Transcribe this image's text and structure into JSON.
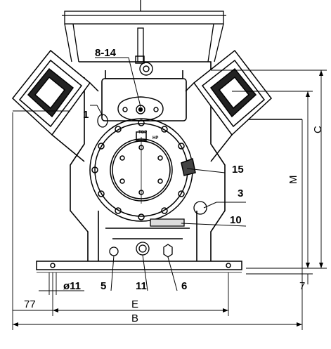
{
  "callouts": {
    "c1": "1",
    "c3": "3",
    "c5": "5",
    "c6": "6",
    "c8_14": "8-14",
    "c10": "10",
    "c11a": "11",
    "c11b": "ø11",
    "c15": "15"
  },
  "dimensions": {
    "b": "B",
    "c": "C",
    "e": "E",
    "m": "M",
    "d7": "7",
    "d77": "77"
  },
  "plate_text": {
    "top": "TOP",
    "hp": "HP"
  }
}
